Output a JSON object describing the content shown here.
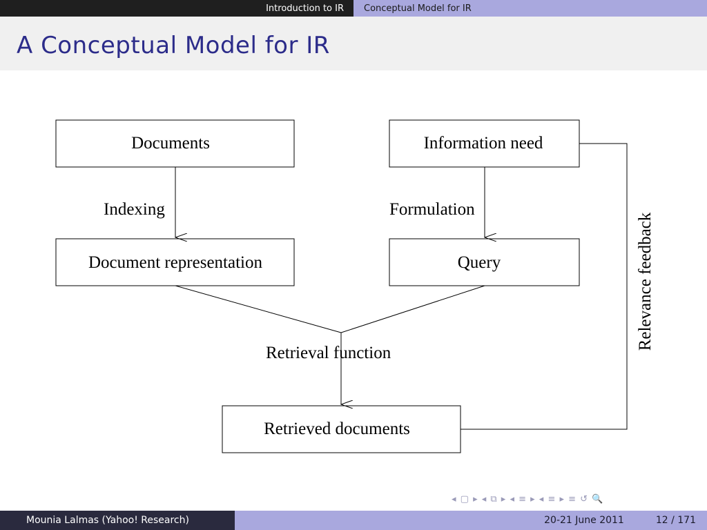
{
  "nav": {
    "section": "Introduction to IR",
    "subsection": "Conceptual Model for IR"
  },
  "slide": {
    "title": "A Conceptual Model for IR"
  },
  "diagram": {
    "boxes": {
      "documents": "Documents",
      "information_need": "Information need",
      "document_representation": "Document representation",
      "query": "Query",
      "retrieved_documents": "Retrieved documents"
    },
    "edges": {
      "indexing": "Indexing",
      "formulation": "Formulation",
      "retrieval_function": "Retrieval function",
      "relevance_feedback": "Relevance feedback"
    }
  },
  "nav_symbols": "◂ ▢ ▸ ◂ ⧉ ▸ ◂ ≡ ▸ ◂ ≡ ▸ ≡ ↺ 🔍",
  "footer": {
    "author": "Mounia Lalmas  (Yahoo! Research)",
    "date": "20-21 June 2011",
    "page": "12 / 171"
  }
}
